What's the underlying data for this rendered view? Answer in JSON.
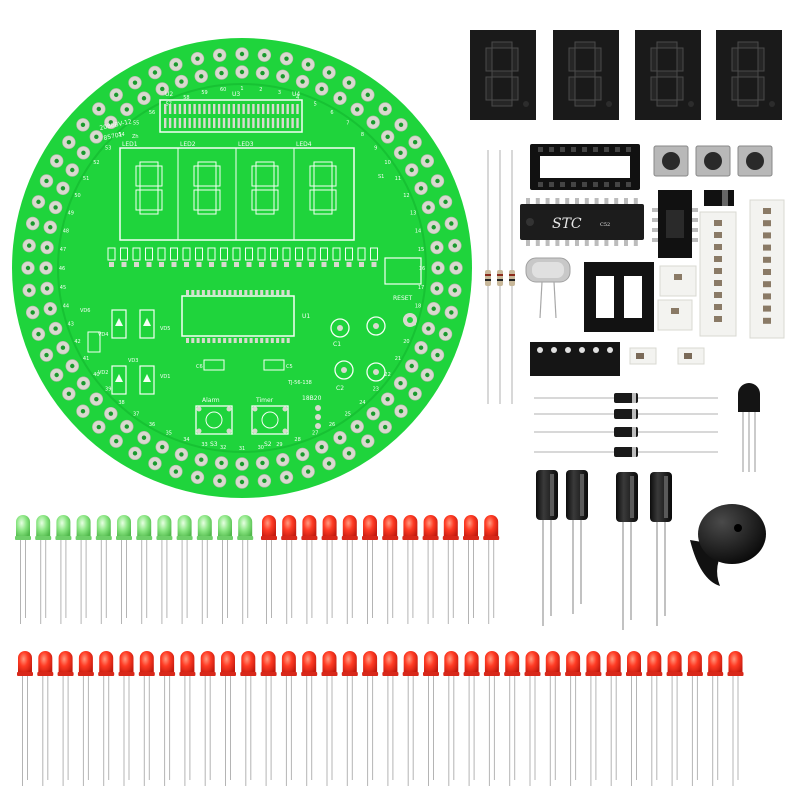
{
  "board": {
    "model": "2086BV-12",
    "code": "85701",
    "sub": "Zh",
    "model2": "TJ-56-138",
    "labels": {
      "u2": "U2",
      "u3": "U3",
      "u4": "U4",
      "u1": "U1",
      "led1": "LED1",
      "led2": "LED2",
      "led3": "LED3",
      "led4": "LED4",
      "reset": "RESET",
      "alarm": "Alarm",
      "timer": "Timer",
      "s1": "S1",
      "s2": "S2",
      "s3": "S3",
      "c1": "C1",
      "c2": "C2",
      "c5": "C5",
      "c6": "C6",
      "ic": "18B20",
      "vd1": "VD1",
      "vd2": "VD2",
      "vd3": "VD3",
      "vd4": "VD4",
      "vd5": "VD5",
      "vd6": "VD6"
    },
    "ring_numbers": [
      "1",
      "2",
      "3",
      "4",
      "5",
      "6",
      "7",
      "8",
      "9",
      "10",
      "11",
      "12",
      "13",
      "14",
      "15",
      "16",
      "17",
      "18",
      "19",
      "20",
      "21",
      "22",
      "23",
      "24",
      "25",
      "26",
      "27",
      "28",
      "29",
      "30",
      "31",
      "32",
      "33",
      "34",
      "35",
      "36",
      "37",
      "38",
      "39",
      "40",
      "41",
      "42",
      "43",
      "44",
      "45",
      "46",
      "47",
      "48",
      "49",
      "50",
      "51",
      "52",
      "53",
      "54",
      "55",
      "56",
      "57",
      "58",
      "59",
      "60"
    ]
  },
  "parts": {
    "mcu_mark": "STC",
    "mcu_sub": "C52"
  },
  "colors": {
    "pcb": "#1fd43c",
    "pcb_dark": "#10a52a",
    "silk": "#f4fff4",
    "pad": "#d9d9cf",
    "led_green": "#7fe07a",
    "led_red": "#ff3b24",
    "display": "#1a1a1a"
  }
}
